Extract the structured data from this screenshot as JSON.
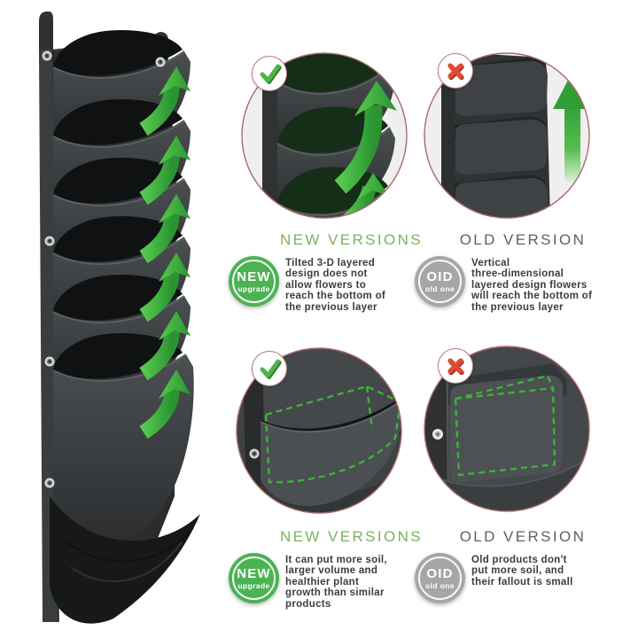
{
  "hero": {
    "description": "vertical hanging wall planter, six tilted felt pockets, green upward growth arrows",
    "pocket_count": 6
  },
  "sections": [
    {
      "name": "layer-design-comparison",
      "new": {
        "heading": "NEW VERSIONS",
        "badge": {
          "title": "NEW",
          "subtitle": "upgrade"
        },
        "description": "Tilted 3-D layered\ndesign does not\nallow flowers to\nreach the bottom of\nthe previous layer",
        "mark": "check-icon"
      },
      "old": {
        "heading": "OLD VERSION",
        "badge": {
          "title": "OID",
          "subtitle": "old one"
        },
        "description": "Vertical\nthree-dimensional\nlayered design flowers\nwill reach the bottom of\nthe previous layer",
        "mark": "cross-icon"
      }
    },
    {
      "name": "capacity-comparison",
      "new": {
        "heading": "NEW VERSIONS",
        "badge": {
          "title": "NEW",
          "subtitle": "upgrade"
        },
        "description": "It can put more soil,\nlarger volume and\nhealthier plant\ngrowth than similar\nproducts",
        "mark": "check-icon"
      },
      "old": {
        "heading": "OLD VERSION",
        "badge": {
          "title": "OID",
          "subtitle": "old one"
        },
        "description": "Old products don't\nput more soil, and\ntheir fallout is small",
        "mark": "cross-icon"
      }
    }
  ],
  "colors": {
    "new_heading": "#7cb25c",
    "old_heading": "#606060",
    "new_badge": "#4cb254",
    "old_badge": "#a6a6a6",
    "body_text": "#3c3c3c",
    "arrow_green": "#3aa63c",
    "dashed_outline_green": "#3db23c",
    "circle_ring": "#aa6a6a",
    "check_mark": "#4fb348",
    "cross_mark": "#e04a33",
    "fabric_dark": "#3b3e40"
  }
}
